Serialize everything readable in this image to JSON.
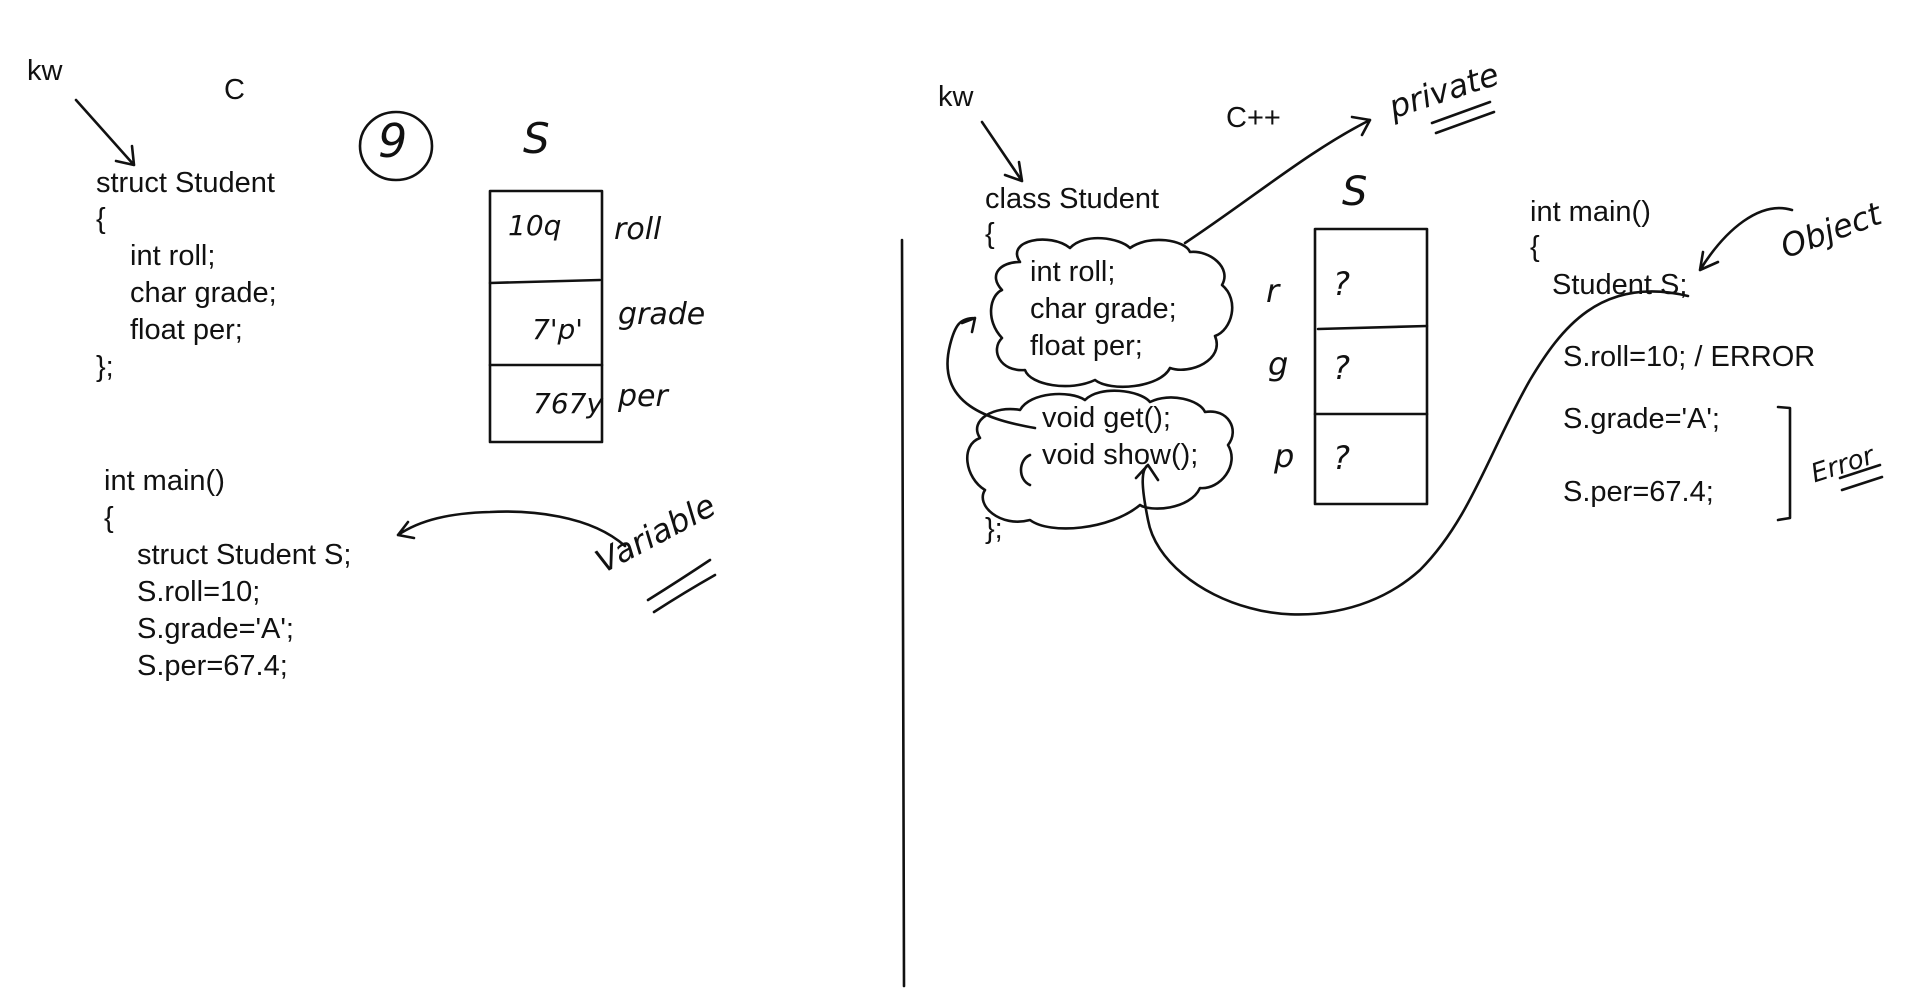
{
  "left": {
    "kw_label": "kw",
    "language": "C",
    "circled_number": "9",
    "var_name": "S",
    "code": {
      "struct_decl": "struct Student",
      "open_brace": "{",
      "field_roll": "int roll;",
      "field_grade": "char grade;",
      "field_per": "float per;",
      "close": "};"
    },
    "memory": {
      "cells": [
        "10q",
        "7'p'",
        "767y"
      ],
      "labels": [
        "roll",
        "grade",
        "per"
      ]
    },
    "main": {
      "signature": "int main()",
      "open_brace": "{",
      "lines": [
        "struct Student S;",
        "S.roll=10;",
        "S.grade='A';",
        "S.per=67.4;"
      ]
    },
    "annotation": "Variable"
  },
  "right": {
    "kw_label": "kw",
    "language": "C++",
    "var_name": "S",
    "private_note": "private",
    "code": {
      "class_decl": "class Student",
      "open_brace": "{",
      "field_roll": "int roll;",
      "field_grade": "char grade;",
      "field_per": "float per;",
      "method_get": "void get();",
      "method_show": "void show();",
      "close": "};"
    },
    "memory": {
      "labels": [
        "r",
        "g",
        "p"
      ],
      "cells": [
        "?",
        "?",
        "?"
      ]
    },
    "main": {
      "signature": "int main()",
      "open_brace": "{",
      "decl": "Student S;",
      "line_roll": "S.roll=10; / ERROR",
      "line_grade": "S.grade='A';",
      "line_per": "S.per=67.4;"
    },
    "object_note": "Object",
    "error_note": "Error"
  }
}
